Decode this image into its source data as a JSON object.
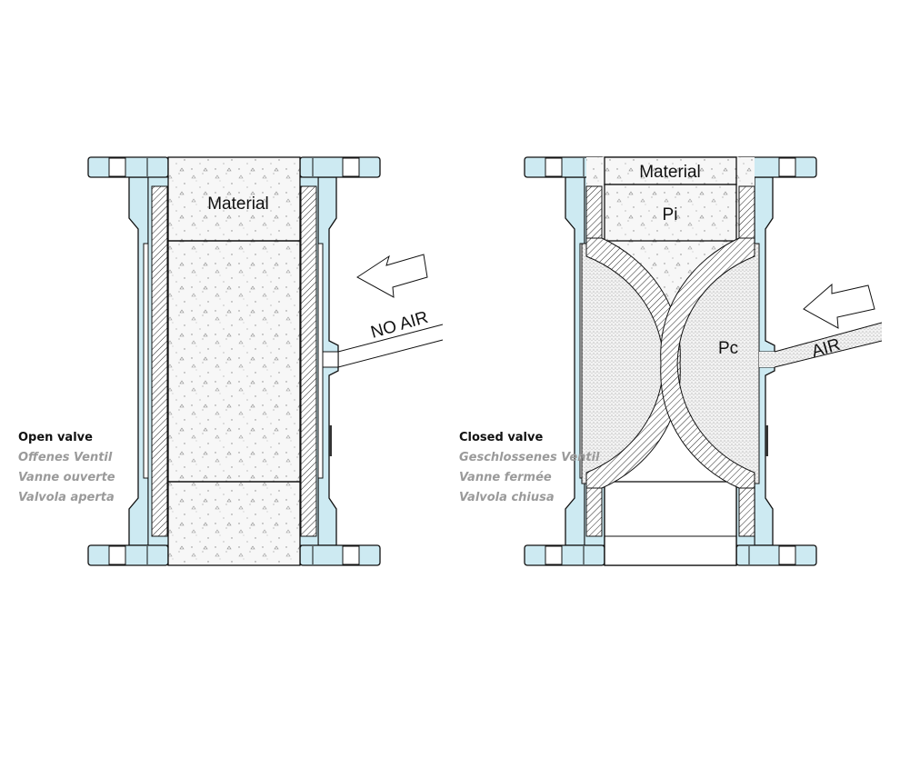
{
  "colors": {
    "body": "#cdeaf2",
    "outline": "#111111",
    "caption_secondary": "#9a9a9a"
  },
  "open_valve": {
    "material_label": "Material",
    "air_label": "NO AIR",
    "caption": [
      "Open valve",
      "Offenes Ventil",
      "Vanne ouverte",
      "Valvola aperta"
    ]
  },
  "closed_valve": {
    "material_label": "Material",
    "inlet_pressure_label": "Pi",
    "control_pressure_label": "Pc",
    "air_label": "AIR",
    "caption": [
      "Closed valve",
      "Geschlossenes Ventil",
      "Vanne fermée",
      "Valvola chiusa"
    ]
  }
}
